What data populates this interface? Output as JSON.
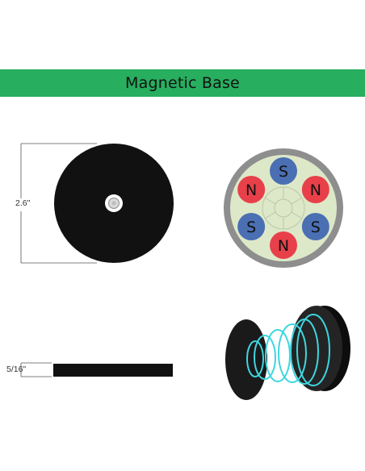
{
  "banner": {
    "title": "Magnetic Base",
    "background": "#27ae5f"
  },
  "front_view": {
    "diameter_label": "2.6\"",
    "disc_color": "#111111"
  },
  "side_view": {
    "thickness_label": "5/16\"",
    "bar_color": "#111111"
  },
  "pole_diagram": {
    "poles": [
      "S",
      "N",
      "N",
      "S",
      "S",
      "N"
    ],
    "north_color": "#e8404a",
    "south_color": "#4a6fb3",
    "face_color": "#dde8c8",
    "rim_color": "#8e8e8e"
  },
  "field_illustration": {
    "field_line_color": "#3ed6e0",
    "disc_color": "#1a1a1a"
  }
}
